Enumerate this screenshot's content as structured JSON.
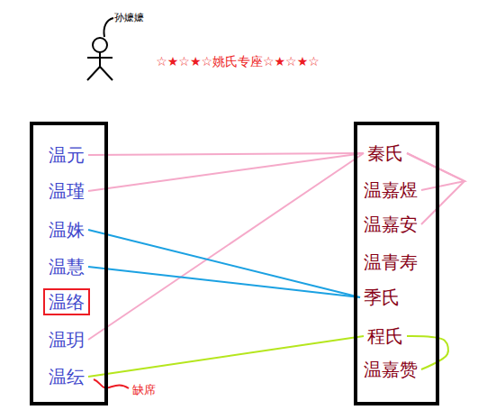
{
  "diagram": {
    "nodes": [
      {
        "text": [
          "☆★☆★☆姚氏专座☆★☆★☆"
        ]
      },
      {
        "text": []
      },
      {
        "text": [
          "温元"
        ],
        "in": 1
      },
      {
        "text": [
          "温瑾"
        ],
        "in": 1
      },
      {
        "text": [
          "温姝"
        ],
        "in": 1
      },
      {
        "text": [
          "温慧"
        ],
        "in": 1
      },
      {
        "text": [
          "温络"
        ],
        "in": 1
      },
      {
        "text": [
          "温玥"
        ],
        "in": 1
      },
      {
        "text": [
          "温纭"
        ],
        "in": 1
      },
      {
        "text": []
      },
      {
        "text": [
          "秦氏"
        ],
        "in": 9
      },
      {
        "text": [
          "温嘉煜"
        ],
        "in": 9
      },
      {
        "text": [
          "温嘉安"
        ],
        "in": 9
      },
      {
        "text": [
          "温青寿"
        ],
        "in": 9
      },
      {
        "text": [
          "季氏"
        ],
        "in": 9
      },
      {
        "text": [
          "程氏"
        ],
        "in": 9
      },
      {
        "text": [
          "温嘉赞"
        ],
        "in": 9
      }
    ],
    "edges": [
      {
        "from": 2,
        "to": 10,
        "arrow": "none"
      },
      {
        "from": 3,
        "to": 10,
        "arrow": "none"
      },
      {
        "from": 7,
        "to": 10,
        "arrow": "none"
      },
      {
        "from": 4,
        "to": 14,
        "arrow": "none"
      },
      {
        "from": 5,
        "to": 14,
        "arrow": "none"
      },
      {
        "from": 8,
        "to": 15,
        "arrow": "none"
      },
      {
        "from": 15,
        "to": 16,
        "arrow": "none"
      },
      {
        "from": 10,
        "to": 11,
        "arrow": "none"
      },
      {
        "from": 10,
        "to": 12,
        "arrow": "none"
      }
    ],
    "labels": [
      "孙嬷嬷",
      "缺席"
    ]
  }
}
